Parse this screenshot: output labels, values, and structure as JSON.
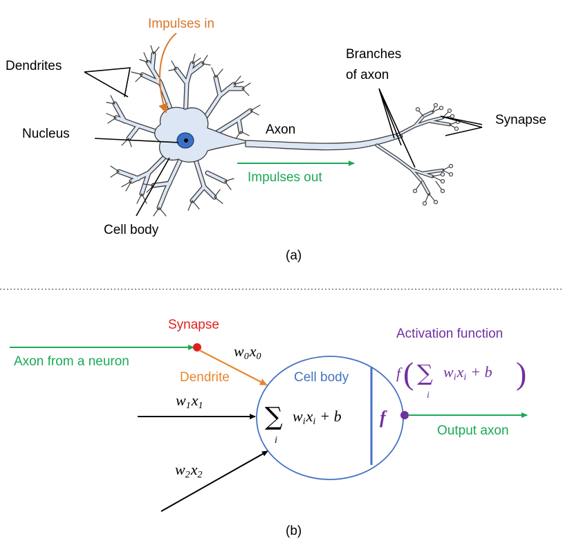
{
  "panel_a": {
    "caption": "(a)",
    "labels": {
      "impulses_in": "Impulses in",
      "dendrites": "Dendrites",
      "nucleus": "Nucleus",
      "cell_body": "Cell body",
      "axon": "Axon",
      "impulses_out": "Impulses out",
      "branches_line1": "Branches",
      "branches_line2": "of axon",
      "synapse": "Synapse"
    }
  },
  "panel_b": {
    "caption": "(b)",
    "labels": {
      "synapse": "Synapse",
      "axon_from_neuron": "Axon from a neuron",
      "dendrite": "Dendrite",
      "cell_body": "Cell body",
      "activation_function": "Activation function",
      "output_axon": "Output axon",
      "f_symbol": "f"
    },
    "weights": [
      {
        "w": "w",
        "wsub": "0",
        "x": "x",
        "xsub": "0"
      },
      {
        "w": "w",
        "wsub": "1",
        "x": "x",
        "xsub": "1"
      },
      {
        "w": "w",
        "wsub": "2",
        "x": "x",
        "xsub": "2"
      }
    ],
    "sum_expr": {
      "sigma": "∑",
      "index": "i",
      "w": "w",
      "wsub": "i",
      "x": "x",
      "xsub": "i",
      "tail": "+ b"
    },
    "activation_expr": {
      "f": "f",
      "open": "(",
      "sigma": "∑",
      "index": "i",
      "w": "w",
      "wsub": "i",
      "x": "x",
      "xsub": "i",
      "tail": "+ b",
      "close": ")"
    }
  },
  "colors": {
    "impulses_in": "#d9772b",
    "impulses_out": "#1aaa55",
    "synapse": "#e02020",
    "dendrite": "#e8862e",
    "cell_body_text": "#4472c4",
    "ellipse": "#4472c4",
    "activation": "#7030a0",
    "neuron_fill": "#dce6f4",
    "neuron_outline": "#3a3a3a",
    "nucleus": "#3b6fc4"
  }
}
